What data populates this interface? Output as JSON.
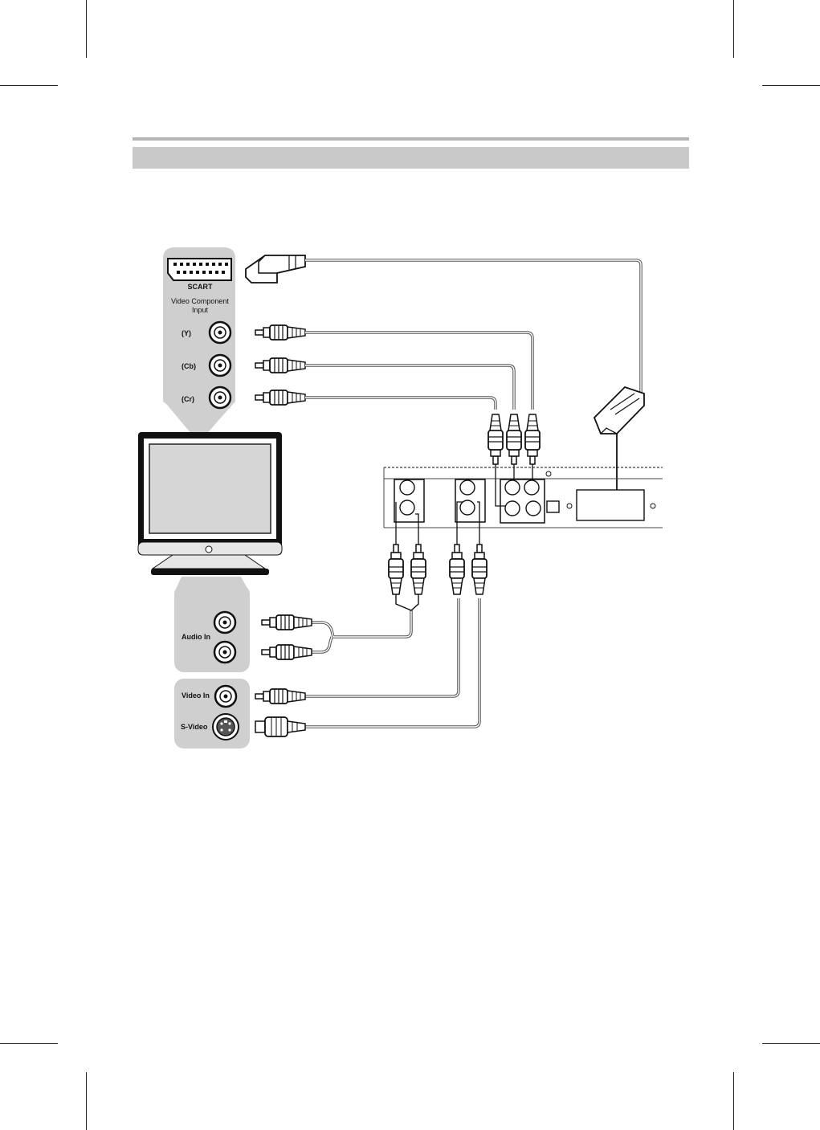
{
  "tv_panel_top": {
    "scart_label": "SCART",
    "component_title_line1": "Video Component",
    "component_title_line2": "Input",
    "y_label": "(Y)",
    "cb_label": "(Cb)",
    "cr_label": "(Cr)"
  },
  "tv_panel_bottom": {
    "audio_in_label": "Audio In",
    "video_in_label": "Video In",
    "svideo_label": "S-Video"
  },
  "colors": {
    "panel_gray": "#cfcfcf",
    "band_gray": "#c9c9c9",
    "rule_gray": "#b5b5b5",
    "cable": "#555555"
  }
}
